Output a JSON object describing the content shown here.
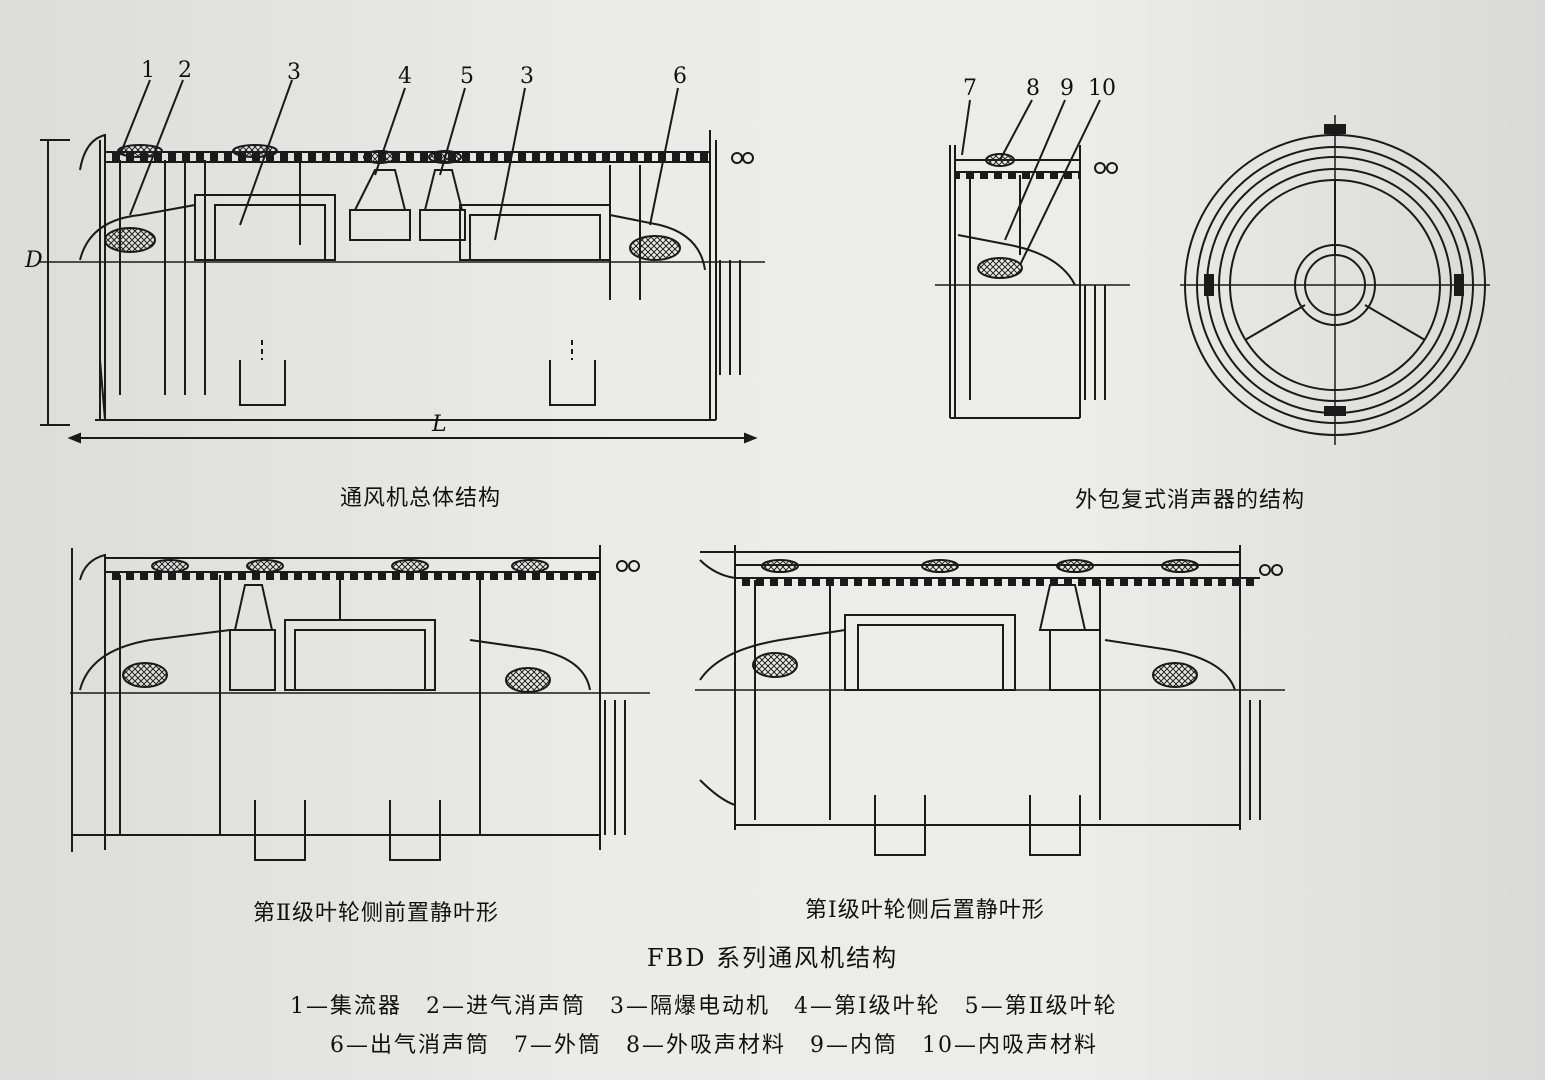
{
  "diagram": {
    "dimensions": {
      "diameter": "D",
      "length": "L"
    },
    "callouts_top": [
      "1",
      "2",
      "3",
      "4",
      "5",
      "3",
      "6"
    ],
    "callouts_silencer": [
      "7",
      "8",
      "9",
      "10"
    ],
    "captions": {
      "overall": "通风机总体结构",
      "silencer": "外包复式消声器的结构",
      "front_vane": "第Ⅱ级叶轮侧前置静叶形",
      "rear_vane": "第Ⅰ级叶轮侧后置静叶形"
    },
    "title": "FBD 系列通风机结构",
    "legend_row1": "1—集流器　2—进气消声筒　3—隔爆电动机　4—第Ⅰ级叶轮　5—第Ⅱ级叶轮",
    "legend_row2": "6—出气消声筒　7—外筒　8—外吸声材料　9—内筒　10—内吸声材料"
  },
  "colors": {
    "ink": "#1a1a1a",
    "paper": "#e8e8e6",
    "hatch": "#333333"
  }
}
